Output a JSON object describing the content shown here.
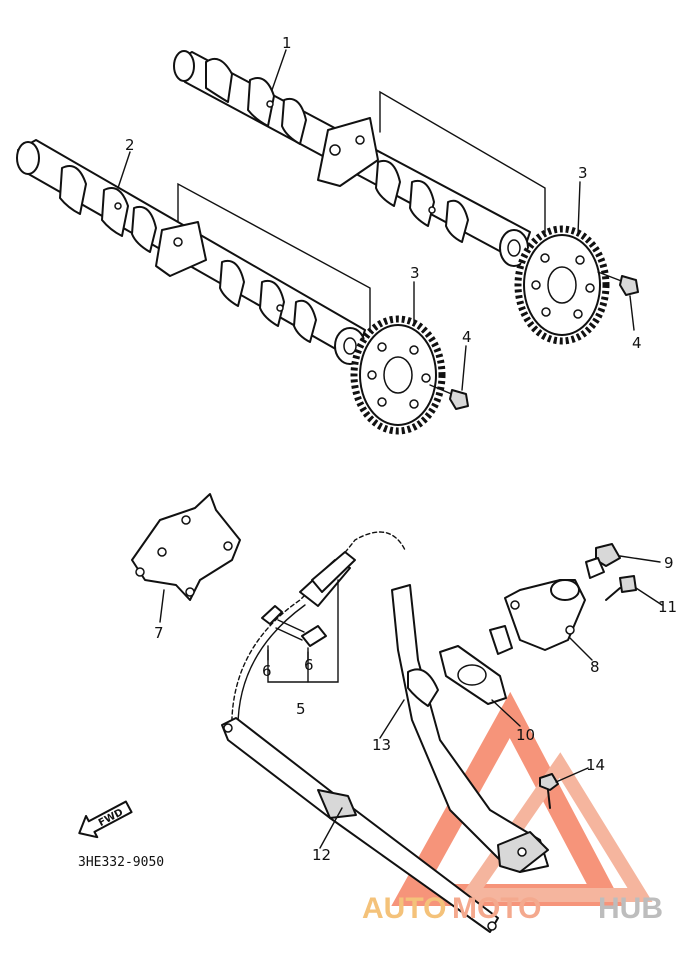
{
  "diagram": {
    "drawing_code": "3HE332-9050",
    "fwd_label": "FWD",
    "callouts": [
      {
        "id": "c1a",
        "label": "1"
      },
      {
        "id": "c2a",
        "label": "2"
      },
      {
        "id": "c3a",
        "label": "3"
      },
      {
        "id": "c3b",
        "label": "3"
      },
      {
        "id": "c4a",
        "label": "4"
      },
      {
        "id": "c4b",
        "label": "4"
      },
      {
        "id": "c5",
        "label": "5"
      },
      {
        "id": "c6a",
        "label": "6"
      },
      {
        "id": "c6b",
        "label": "6"
      },
      {
        "id": "c7",
        "label": "7"
      },
      {
        "id": "c8",
        "label": "8"
      },
      {
        "id": "c9",
        "label": "9"
      },
      {
        "id": "c10",
        "label": "10"
      },
      {
        "id": "c11",
        "label": "11"
      },
      {
        "id": "c12",
        "label": "12"
      },
      {
        "id": "c13",
        "label": "13"
      },
      {
        "id": "c14",
        "label": "14"
      }
    ]
  },
  "watermark": {
    "part1": "AUTO",
    "part2": "MOTO",
    "part3": "HUB",
    "colors": {
      "primary": "#f4a98e",
      "secondary": "#d9d9d9",
      "accent": "#f58263"
    }
  }
}
